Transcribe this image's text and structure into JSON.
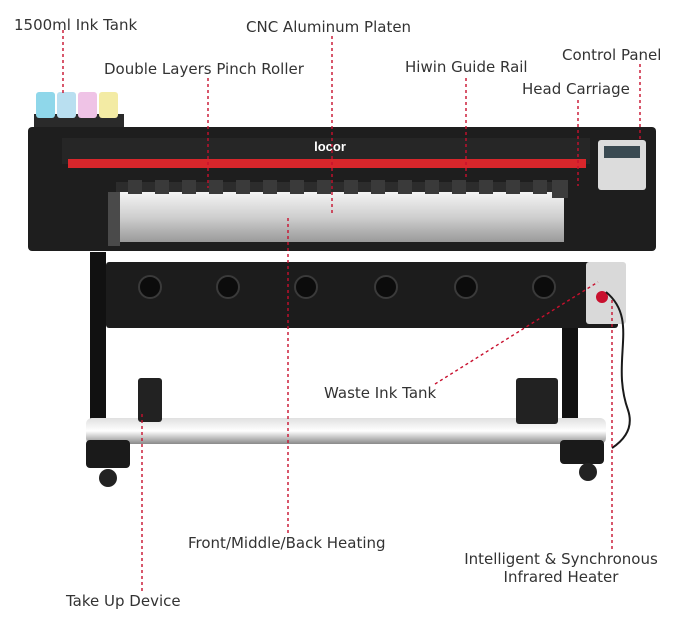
{
  "brand": {
    "logo_text": "locor"
  },
  "colors": {
    "leader": "#c8102e",
    "label": "#333333",
    "body": "#1e1e1e",
    "accent": "#d8262b"
  },
  "labels": {
    "ink_tank": "1500ml Ink Tank",
    "platen": "CNC Aluminum Platen",
    "pinch_roller": "Double Layers Pinch Roller",
    "guide_rail": "Hiwin Guide Rail",
    "control_panel": "Control Panel",
    "head_carriage": "Head Carriage",
    "waste_tank": "Waste Ink Tank",
    "heating": "Front/Middle/Back Heating",
    "ir_heater_line1": "Intelligent & Synchronous",
    "ir_heater_line2": "Infrared Heater",
    "take_up": "Take Up Device"
  }
}
